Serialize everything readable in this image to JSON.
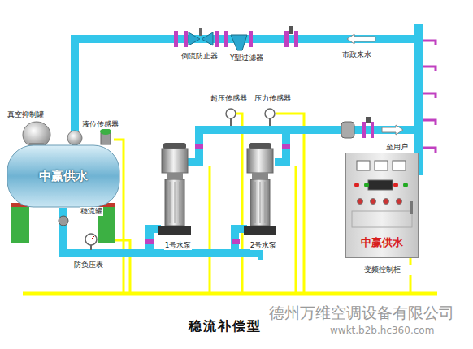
{
  "diagram": {
    "caption": "稳流补偿型",
    "nodes": [
      {
        "text": [
          "中赢供水"
        ]
      },
      {
        "text": [
          "1号水泵"
        ]
      },
      {
        "text": [
          "2号水泵"
        ]
      },
      {
        "text": [
          "中赢供水",
          "变频控制柜"
        ]
      }
    ],
    "edges": [
      {
        "from": 0,
        "to": 1,
        "arrow": "none"
      },
      {
        "from": 0,
        "to": 2,
        "arrow": "none"
      }
    ],
    "labels": [
      "倒流防止器",
      "Y型过滤器",
      "市政来水",
      "超压传感器",
      "压力传感器",
      "真空抑制罐",
      "液位传感器",
      "稳流罐",
      "防负压表",
      "至用户",
      "德州万维空调设备有限公司",
      "wwkt.b2b.hc360.com"
    ]
  }
}
